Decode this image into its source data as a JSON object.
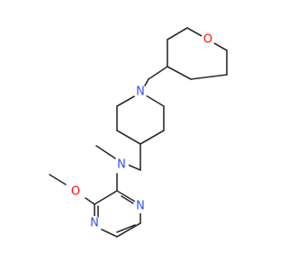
{
  "molecule": {
    "atoms": [
      {
        "id": "n_pip",
        "label": "N",
        "color": "#3050f8"
      },
      {
        "id": "o_thp",
        "label": "O",
        "color": "#ff0d0d"
      },
      {
        "id": "n_amine",
        "label": "N",
        "color": "#3050f8"
      },
      {
        "id": "o_methoxy",
        "label": "O",
        "color": "#ff0d0d"
      },
      {
        "id": "n_pyr_upper",
        "label": "N",
        "color": "#3050f8"
      },
      {
        "id": "n_pyr_lower",
        "label": "N",
        "color": "#3050f8"
      }
    ],
    "bond_color": "#2b2b2b"
  }
}
